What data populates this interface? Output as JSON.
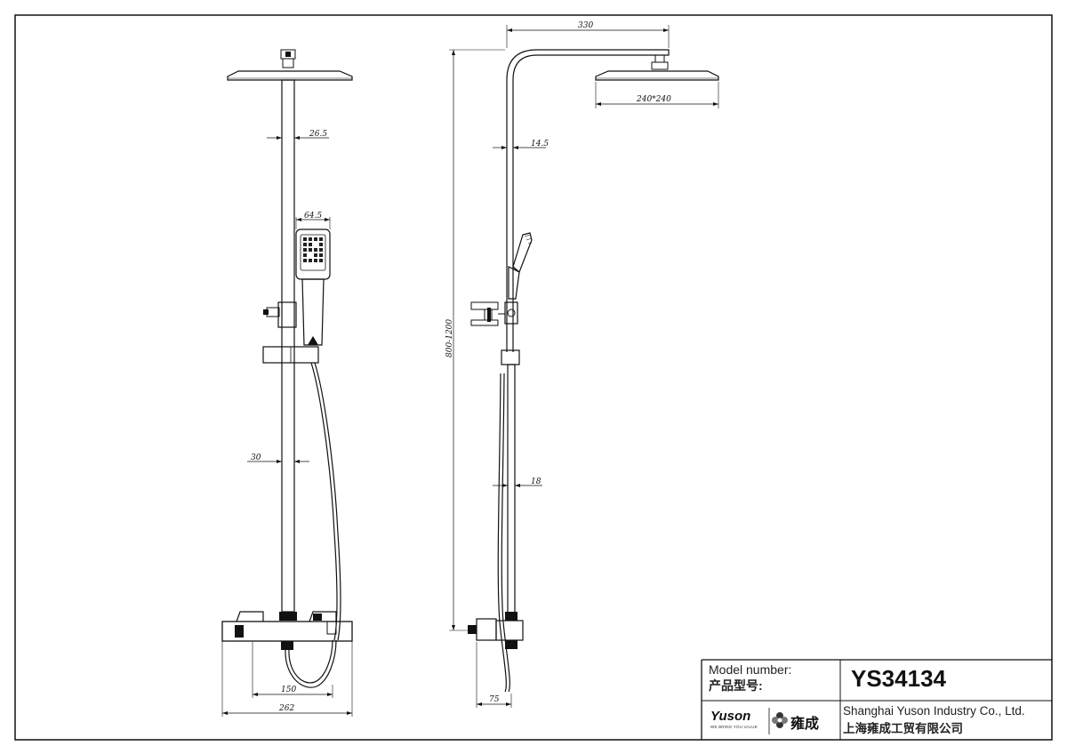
{
  "dimensions": {
    "front_rod_diameter": "26.5",
    "front_handshower_width": "64.5",
    "front_lower_pipe": "30",
    "front_inlet_spacing": "150",
    "front_mixer_width": "262",
    "side_arm_length": "330",
    "side_head_size": "240*240",
    "side_rod_diameter": "14.5",
    "side_height_range": "800-1200",
    "side_lower_pipe": "18",
    "side_wall_offset": "75"
  },
  "title_block": {
    "model_label_en": "Model number:",
    "model_label_cn": "产品型号:",
    "model_value": "YS34134",
    "company_en": "Shanghai Yuson Industry Co., Ltd.",
    "company_cn": "上海雍成工贸有限公司",
    "logo_text": "Yuson",
    "logo_tagline": "WE BRING YOU VALUE",
    "logo_cn": "雍成"
  }
}
